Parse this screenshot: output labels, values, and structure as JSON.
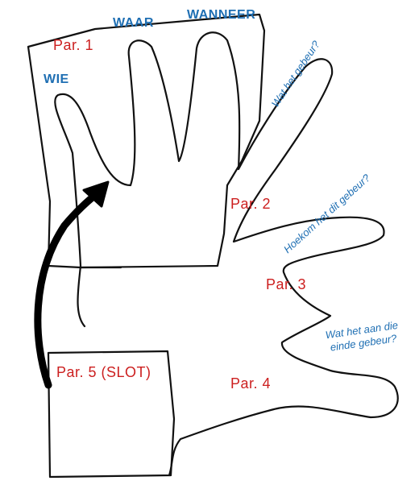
{
  "labels": {
    "par1": "Par. 1",
    "par2": "Par. 2",
    "par3": "Par. 3",
    "par4": "Par. 4",
    "par5": "Par. 5 (SLOT)",
    "wie": "WIE",
    "waar": "WAAR",
    "wanneer": "WANNEER",
    "wat_gebeur": "Wat het gebeur?",
    "hoekom": "Hoekom het dit gebeur?",
    "einde_line1": "Wat het aan die",
    "einde_line2": "einde gebeur?"
  },
  "colors": {
    "paragraph": "#cc1f1f",
    "question": "#1f6fb3",
    "outline": "#111111"
  }
}
